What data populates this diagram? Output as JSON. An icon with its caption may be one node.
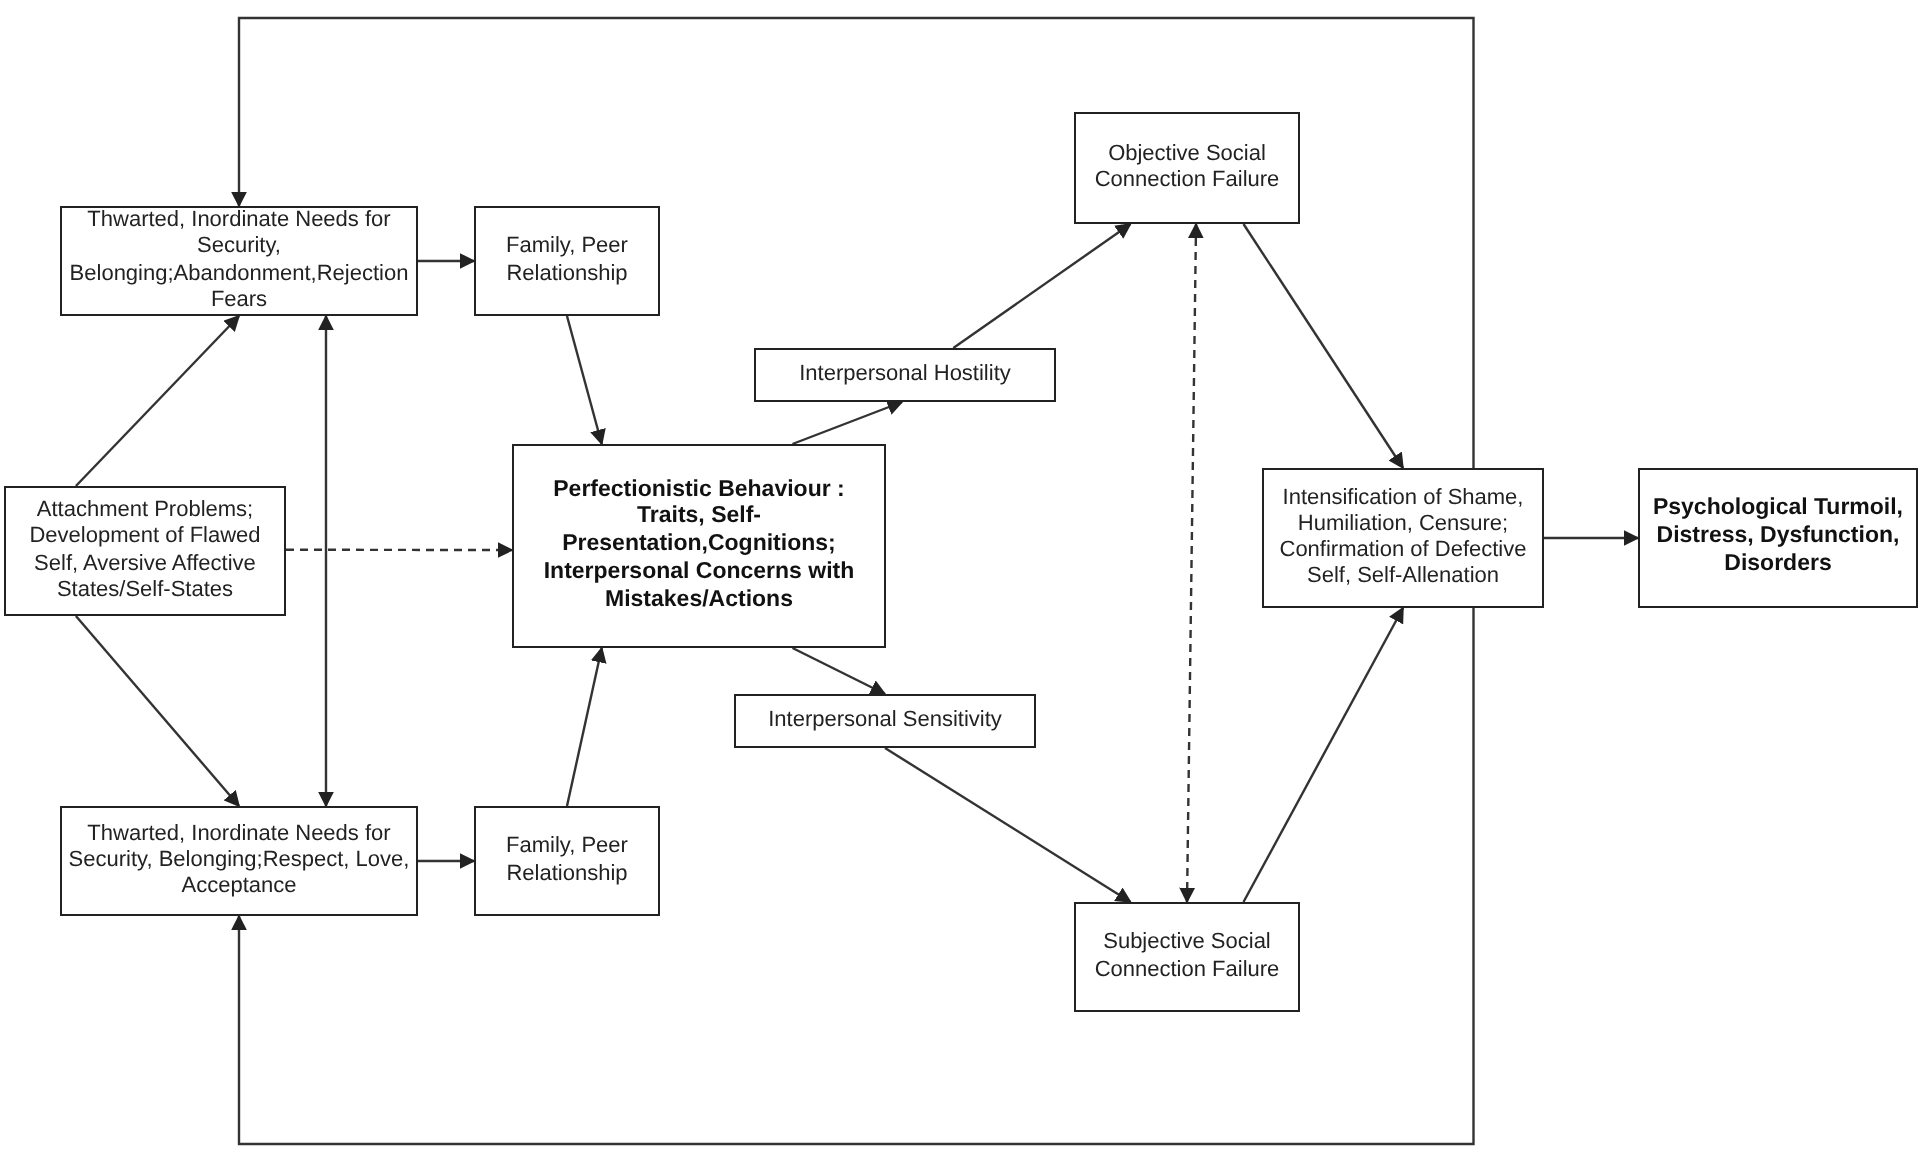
{
  "diagram": {
    "nodes": [
      {
        "text": [
          "Thwarted, Inordinate Needs for Security, Belonging;Abandonment,Rejection Fears"
        ]
      },
      {
        "text": [
          "Family, Peer Relationship"
        ]
      },
      {
        "text": [
          "Attachment Problems; Development of Flawed Self, Aversive Affective States/Self-States"
        ]
      },
      {
        "text": [
          "Perfectionistic Behaviour : Traits, Self-Presentation,Cognitions; Interpersonal Concerns with Mistakes/Actions"
        ]
      },
      {
        "text": [
          "Interpersonal Hostility"
        ]
      },
      {
        "text": [
          "Interpersonal Sensitivity"
        ]
      },
      {
        "text": [
          "Objective Social Connection Failure"
        ]
      },
      {
        "text": [
          "Intensification of Shame, Humiliation, Censure; Confirmation of Defective Self, Self-Allenation"
        ]
      },
      {
        "text": [
          "Psychological Turmoil, Distress, Dysfunction, Disorders"
        ]
      },
      {
        "text": [
          "Thwarted, Inordinate Needs for Security, Belonging;Respect, Love, Acceptance"
        ]
      },
      {
        "text": [
          "Family, Peer Relationship"
        ]
      },
      {
        "text": [
          "Subjective Social Connection Failure"
        ]
      }
    ],
    "edges": [
      {
        "from": 0,
        "to": 1,
        "arrow": "to"
      },
      {
        "from": 2,
        "to": 0,
        "arrow": "to"
      },
      {
        "from": 2,
        "to": 9,
        "arrow": "to"
      },
      {
        "from": 0,
        "to": 9,
        "arrow": "both"
      },
      {
        "from": 2,
        "to": 3,
        "arrow": "to",
        "style": "dashed"
      },
      {
        "from": 1,
        "to": 3,
        "arrow": "to"
      },
      {
        "from": 10,
        "to": 3,
        "arrow": "to"
      },
      {
        "from": 9,
        "to": 10,
        "arrow": "to"
      },
      {
        "from": 3,
        "to": 4,
        "arrow": "to"
      },
      {
        "from": 3,
        "to": 5,
        "arrow": "to"
      },
      {
        "from": 4,
        "to": 6,
        "arrow": "to"
      },
      {
        "from": 5,
        "to": 11,
        "arrow": "to"
      },
      {
        "from": 6,
        "to": 7,
        "arrow": "to"
      },
      {
        "from": 11,
        "to": 7,
        "arrow": "to"
      },
      {
        "from": 6,
        "to": 11,
        "arrow": "both",
        "style": "dashed"
      },
      {
        "from": 7,
        "to": 8,
        "arrow": "to"
      },
      {
        "from": 7,
        "to": 0,
        "arrow": "to"
      },
      {
        "from": 7,
        "to": 9,
        "arrow": "to"
      }
    ]
  }
}
